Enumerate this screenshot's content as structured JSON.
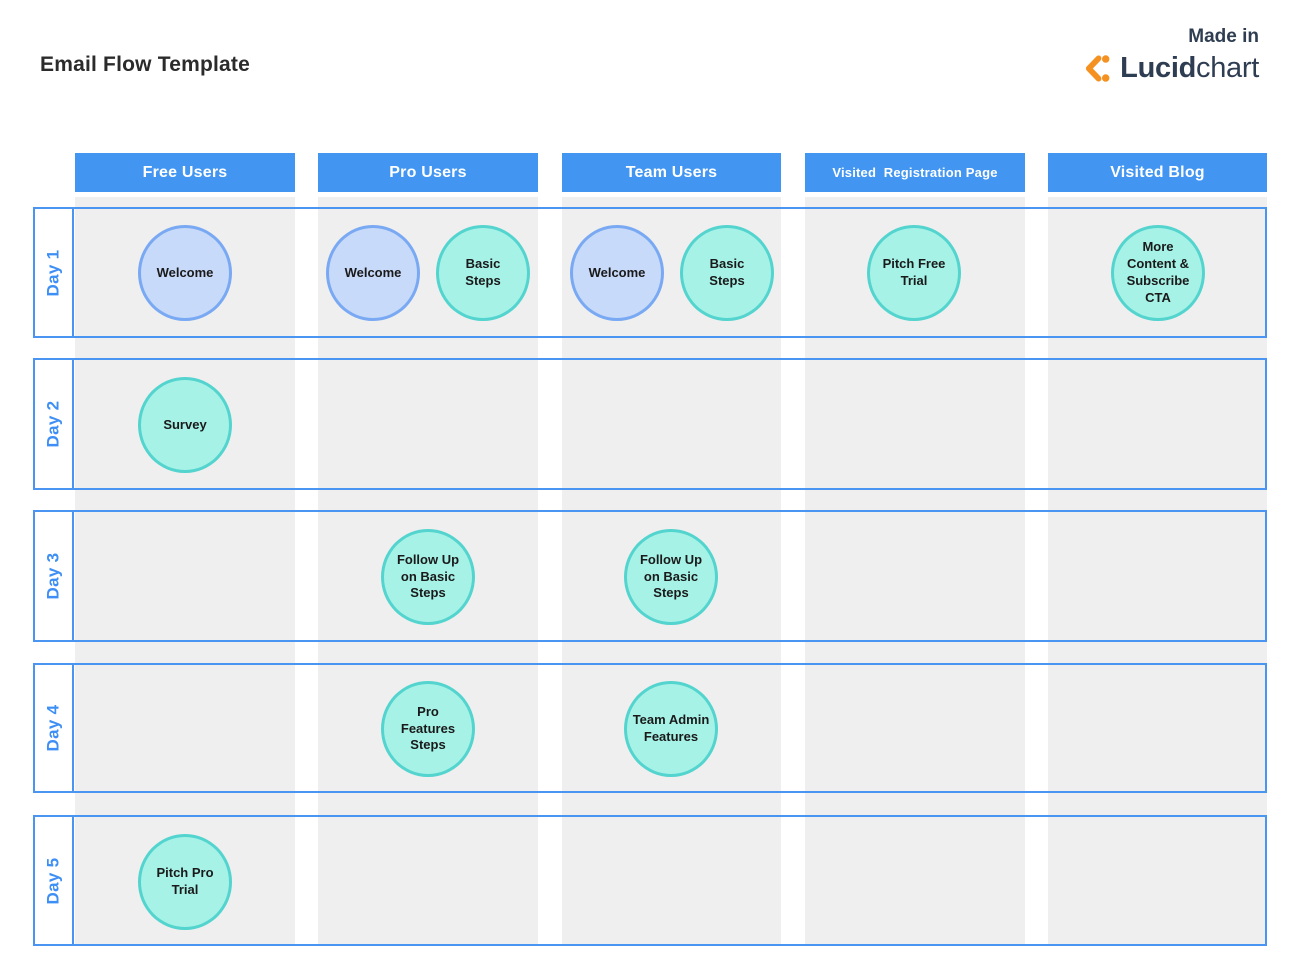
{
  "page": {
    "title": "Email Flow Template"
  },
  "branding": {
    "made_in": "Made in",
    "logo_text_bold": "Lucid",
    "logo_text_light": "chart",
    "logo_icon": "lucidchart-icon"
  },
  "colors": {
    "header_blue": "#4296f2",
    "row_border_blue": "#4a94f2",
    "day_label_blue": "#3e8ff5",
    "lane_gray": "#efefef",
    "welcome_node_fill": "#c8daf9",
    "welcome_node_border": "#79a9f3",
    "action_node_fill": "#a6f2e7",
    "action_node_border": "#53d4ce",
    "logo_navy": "#2e3d52",
    "logo_orange": "#f59120",
    "title_text": "#2b2b2b"
  },
  "swimlanes": {
    "columns": [
      {
        "label": "Free Users"
      },
      {
        "label": "Pro Users"
      },
      {
        "label": "Team Users"
      },
      {
        "label": "Visited  Registration Page"
      },
      {
        "label": "Visited Blog"
      }
    ],
    "rows": [
      {
        "label": "Day 1"
      },
      {
        "label": "Day 2"
      },
      {
        "label": "Day 3"
      },
      {
        "label": "Day 4"
      },
      {
        "label": "Day 5"
      }
    ]
  },
  "nodes": [
    {
      "label": "Welcome",
      "kind": "welcome",
      "column": "Free Users",
      "row": "Day 1"
    },
    {
      "label": "Welcome",
      "kind": "welcome",
      "column": "Pro Users",
      "row": "Day 1"
    },
    {
      "label": "Basic\nSteps",
      "kind": "action",
      "column": "Pro Users",
      "row": "Day 1"
    },
    {
      "label": "Welcome",
      "kind": "welcome",
      "column": "Team Users",
      "row": "Day 1"
    },
    {
      "label": "Basic\nSteps",
      "kind": "action",
      "column": "Team Users",
      "row": "Day 1"
    },
    {
      "label": "Pitch Free\nTrial",
      "kind": "action",
      "column": "Visited  Registration Page",
      "row": "Day 1"
    },
    {
      "label": "More\nContent &\nSubscribe\nCTA",
      "kind": "action",
      "column": "Visited Blog",
      "row": "Day 1"
    },
    {
      "label": "Survey",
      "kind": "action",
      "column": "Free Users",
      "row": "Day 2"
    },
    {
      "label": "Follow Up\non Basic\nSteps",
      "kind": "action",
      "column": "Pro Users",
      "row": "Day 3"
    },
    {
      "label": "Follow Up\non Basic\nSteps",
      "kind": "action",
      "column": "Team Users",
      "row": "Day 3"
    },
    {
      "label": "Pro\nFeatures\nSteps",
      "kind": "action",
      "column": "Pro Users",
      "row": "Day 4"
    },
    {
      "label": "Team Admin\nFeatures",
      "kind": "action",
      "column": "Team Users",
      "row": "Day 4"
    },
    {
      "label": "Pitch Pro\nTrial",
      "kind": "action",
      "column": "Free Users",
      "row": "Day 5"
    }
  ]
}
